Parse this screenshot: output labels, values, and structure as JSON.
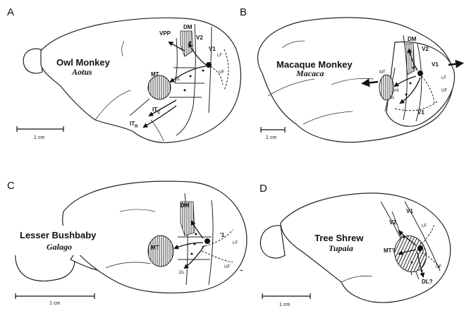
{
  "panels": [
    {
      "letter": "A",
      "species": "Owl Monkey",
      "genus": "Aotus",
      "scale": "1 cm",
      "areas": {
        "vpp": "VPP",
        "dm": "DM",
        "v2": "V2",
        "v1": "V1",
        "mt": "MT",
        "lf": "LF",
        "uf": "UF",
        "itc": "IT",
        "itc_sub": "C",
        "itr": "IT",
        "itr_sub": "R",
        "dl_top": "DL"
      }
    },
    {
      "letter": "B",
      "species": "Macaque Monkey",
      "genus": "Macaca",
      "scale": "1 cm",
      "areas": {
        "dm": "DM",
        "v2": "V2",
        "v1_top": "V1",
        "v1_bottom": "V1",
        "mt": "MT",
        "dl": "DL",
        "lf": "LF",
        "uf": "UF",
        "v4": "V4"
      }
    },
    {
      "letter": "C",
      "species": "Lesser Bushbaby",
      "genus": "Galago",
      "scale": "1 cm",
      "areas": {
        "dm": "DM",
        "mt": "MT",
        "dl": "DL",
        "v1": "'1",
        "lf": "LF",
        "uf": "UF"
      }
    },
    {
      "letter": "D",
      "species": "Tree Shrew",
      "genus": "Tupaia",
      "scale": "1 cm",
      "areas": {
        "v1": "V1",
        "v2": "V2",
        "mt": "MT?",
        "dl": "DL?",
        "lf": "LF",
        "uf": "UF"
      }
    }
  ]
}
